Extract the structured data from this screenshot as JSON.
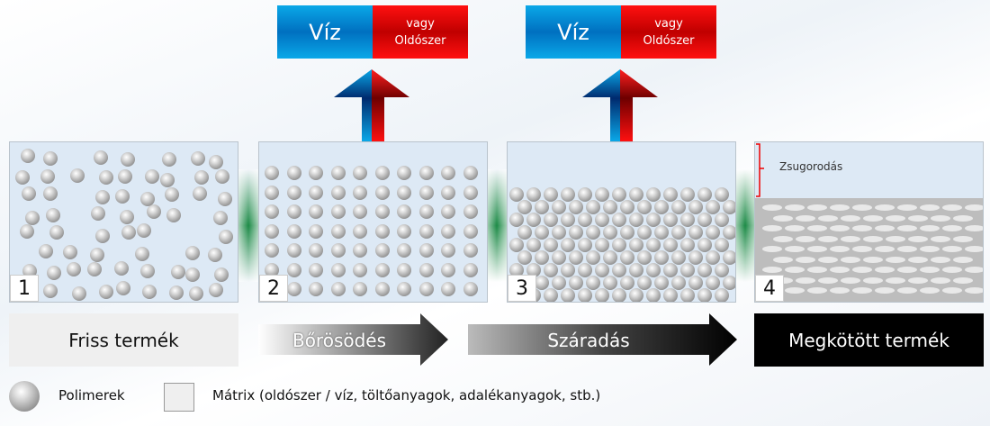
{
  "top_boxes": [
    {
      "water": "Víz",
      "or": "vagy",
      "solvent": "Oldószer"
    },
    {
      "water": "Víz",
      "or": "vagy",
      "solvent": "Oldószer"
    }
  ],
  "panels": [
    {
      "number": "1"
    },
    {
      "number": "2"
    },
    {
      "number": "3"
    },
    {
      "number": "4",
      "annotation": "Zsugorodás"
    }
  ],
  "stages": [
    "Friss termék",
    "Bőrösödés",
    "Száradás",
    "Megkötött termék"
  ],
  "legend": {
    "polymers": "Polimerek",
    "matrix": "Mátrix (oldószer / víz, töltőanyagok, adalékanyagok, stb.)"
  },
  "colors": {
    "water": "#0aa8e8",
    "solvent": "#e00000",
    "green": "#1c8a46",
    "matrix": "#dde9f5",
    "cured": "#bdbdbd"
  }
}
